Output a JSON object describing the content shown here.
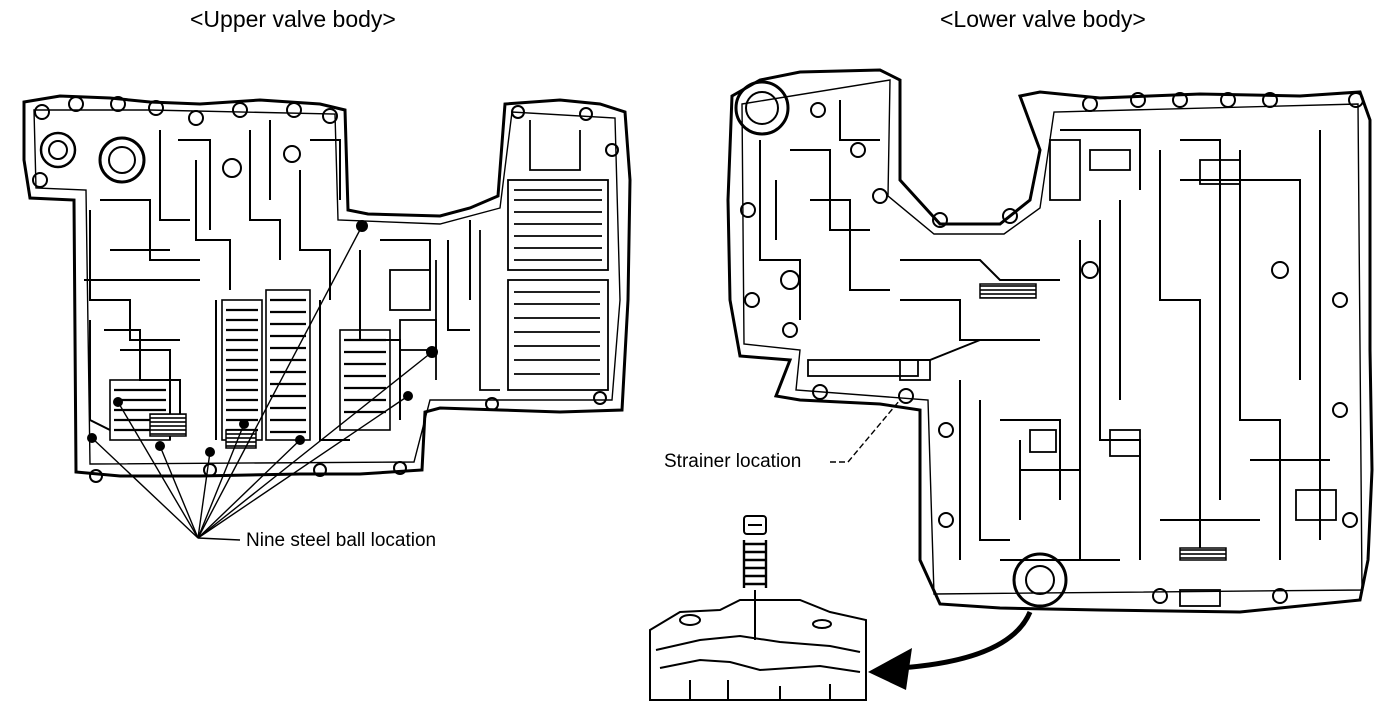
{
  "upper_valve_body": {
    "title": "<Upper valve body>",
    "callout": "Nine steel ball location"
  },
  "lower_valve_body": {
    "title": "<Lower valve body>",
    "callout": "Strainer location"
  },
  "colors": {
    "ink": "#000000",
    "paper": "#ffffff"
  }
}
